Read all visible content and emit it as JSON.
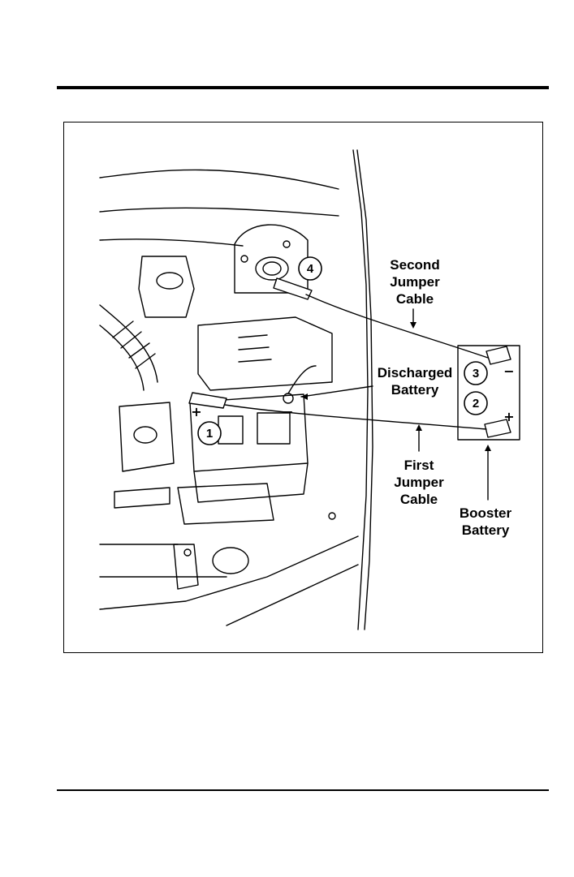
{
  "labels": {
    "second_jumper_cable": [
      "Second",
      "Jumper",
      "Cable"
    ],
    "discharged_battery": [
      "Discharged",
      "Battery"
    ],
    "first_jumper_cable": [
      "First",
      "Jumper",
      "Cable"
    ],
    "booster_battery": [
      "Booster",
      "Battery"
    ]
  },
  "steps": [
    "1",
    "2",
    "3",
    "4"
  ],
  "terminals": {
    "positive": "+",
    "negative": "−"
  }
}
